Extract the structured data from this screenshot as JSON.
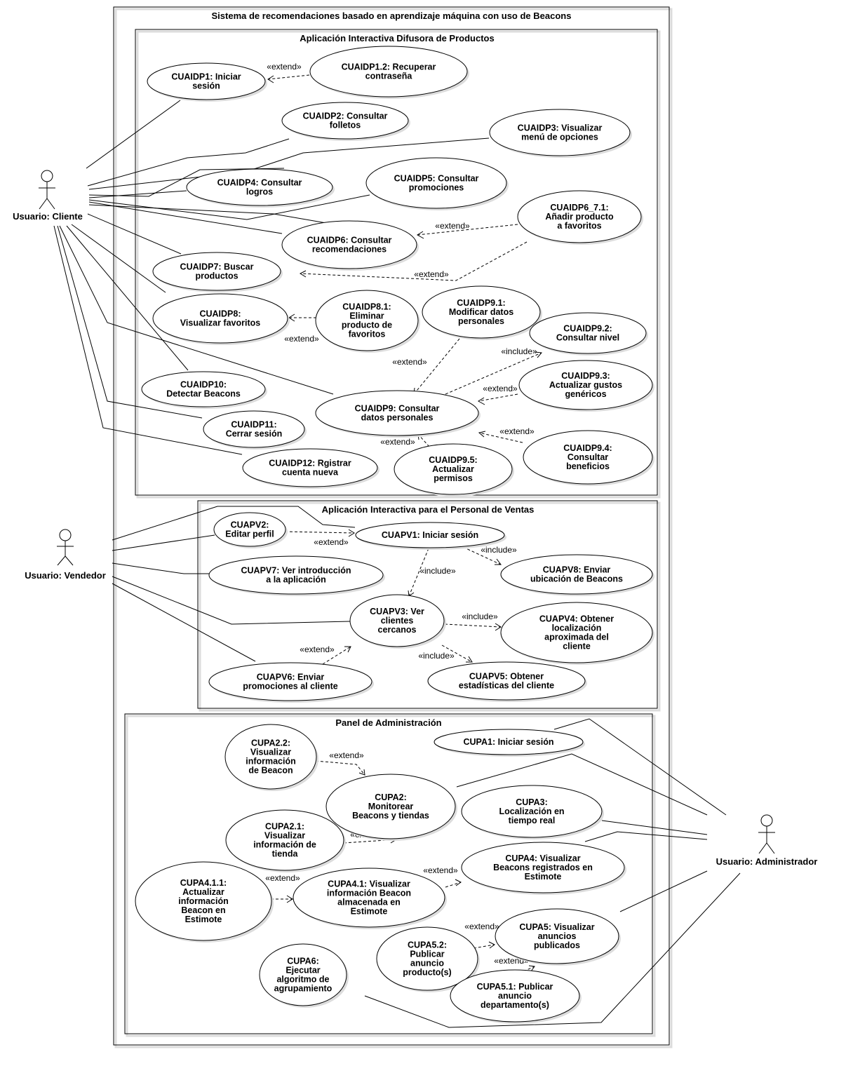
{
  "system": {
    "title": "Sistema de recomendaciones basado en aprendizaje máquina con uso de Beacons"
  },
  "packages": {
    "aidp": {
      "title": "Aplicación Interactiva Difusora de Productos"
    },
    "apv": {
      "title": "Aplicación Interactiva para el Personal de Ventas"
    },
    "pa": {
      "title": "Panel de Administración"
    }
  },
  "actors": {
    "cliente": {
      "name": "Usuario: Cliente"
    },
    "vendedor": {
      "name": "Usuario: Vendedor"
    },
    "admin": {
      "name": "Usuario: Administrador"
    }
  },
  "stereotypes": {
    "extend": "«extend»",
    "include": "«include»"
  },
  "usecases": {
    "aidp1": [
      "CUAIDP1: Iniciar",
      "sesión"
    ],
    "aidp12": [
      "CUAIDP1.2: Recuperar",
      "contraseña"
    ],
    "aidp2": [
      "CUAIDP2: Consultar",
      "folletos"
    ],
    "aidp3": [
      "CUAIDP3: Visualizar",
      "menú de opciones"
    ],
    "aidp4": [
      "CUAIDP4: Consultar",
      "logros"
    ],
    "aidp5": [
      "CUAIDP5: Consultar",
      "promociones"
    ],
    "aidp671": [
      "CUAIDP6_7.1:",
      "Añadir  producto",
      "a favoritos"
    ],
    "aidp6": [
      "CUAIDP6: Consultar",
      "recomendaciones"
    ],
    "aidp7": [
      "CUAIDP7: Buscar",
      "productos"
    ],
    "aidp8": [
      "CUAIDP8:",
      "Visualizar favoritos"
    ],
    "aidp81": [
      "CUAIDP8.1:",
      "Eliminar",
      "producto de",
      "favoritos"
    ],
    "aidp91": [
      "CUAIDP9.1:",
      "Modificar datos",
      "personales"
    ],
    "aidp92": [
      "CUAIDP9.2:",
      "Consultar nivel"
    ],
    "aidp93": [
      "CUAIDP9.3:",
      "Actualizar  gustos",
      "genéricos"
    ],
    "aidp9": [
      "CUAIDP9: Consultar",
      "datos personales"
    ],
    "aidp10": [
      "CUAIDP10:",
      "Detectar Beacons"
    ],
    "aidp11": [
      "CUAIDP11:",
      "Cerrar sesión"
    ],
    "aidp94": [
      "CUAIDP9.4:",
      "Consultar",
      "beneficios"
    ],
    "aidp95": [
      "CUAIDP9.5:",
      "Actualizar",
      "permisos"
    ],
    "aidp12r": [
      "CUAIDP12: Rgistrar",
      "cuenta nueva"
    ],
    "apv2": [
      "CUAPV2:",
      "Editar perfil"
    ],
    "apv1": [
      "CUAPV1: Iniciar sesión"
    ],
    "apv8": [
      "CUAPV8: Enviar",
      "ubicación de Beacons"
    ],
    "apv7": [
      "CUAPV7: Ver introducción",
      "a la aplicación"
    ],
    "apv3": [
      "CUAPV3: Ver",
      "clientes",
      "cercanos"
    ],
    "apv4": [
      "CUAPV4: Obtener",
      "localización",
      "aproximada del",
      "cliente"
    ],
    "apv6": [
      "CUAPV6: Enviar",
      "promociones al cliente"
    ],
    "apv5": [
      "CUAPV5: Obtener",
      "estadísticas del cliente"
    ],
    "pa22": [
      "CUPA2.2:",
      "Visualizar",
      "información",
      "de Beacon"
    ],
    "pa1": [
      "CUPA1: Iniciar sesión"
    ],
    "pa2": [
      "CUPA2:",
      "Monitorear",
      "Beacons y tiendas"
    ],
    "pa3": [
      "CUPA3:",
      "Localización en",
      "tiempo real"
    ],
    "pa21": [
      "CUPA2.1:",
      "Visualizar",
      "información de",
      "tienda"
    ],
    "pa4": [
      "CUPA4: Visualizar",
      "Beacons registrados en",
      "Estimote"
    ],
    "pa411": [
      "CUPA4.1.1:",
      "Actualizar",
      "información",
      "Beacon en",
      "Estimote"
    ],
    "pa41": [
      "CUPA4.1: Visualizar",
      "información Beacon",
      "almacenada en",
      "Estimote"
    ],
    "pa5": [
      "CUPA5: Visualizar",
      "anuncios",
      "publicados"
    ],
    "pa52": [
      "CUPA5.2:",
      "Publicar",
      "anuncio",
      "producto(s)"
    ],
    "pa6": [
      "CUPA6:",
      "Ejecutar",
      "algoritmo de",
      "agrupamiento"
    ],
    "pa51": [
      "CUPA5.1: Publicar",
      "anuncio",
      "departamento(s)"
    ]
  }
}
